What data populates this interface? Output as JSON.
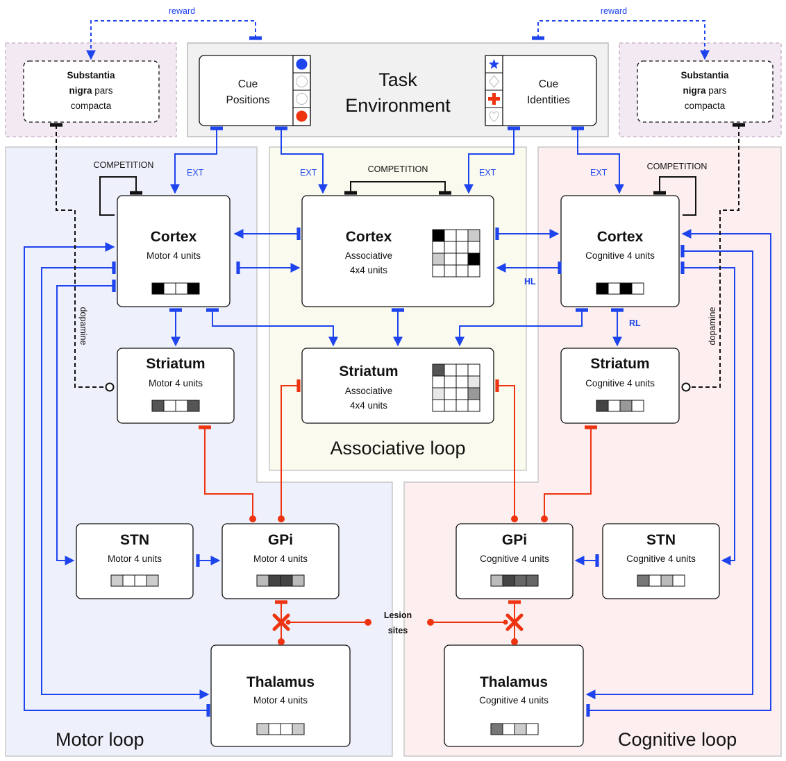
{
  "environment": {
    "title_line1": "Task",
    "title_line2": "Environment",
    "cue_positions_line1": "Cue",
    "cue_positions_line2": "Positions",
    "cue_identities_line1": "Cue",
    "cue_identities_line2": "Identities"
  },
  "snc": {
    "line1": "Substantia",
    "line2_bold": "nigra",
    "line2_rest": " pars",
    "line3": "compacta",
    "right_line1": "Substantia",
    "right_line2_bold": "nigra",
    "right_line2_rest": " pars",
    "right_line3": "compacta"
  },
  "labels": {
    "reward": "reward",
    "ext": "EXT",
    "competition": "COMPETITION",
    "dopamine": "dopamine",
    "hl": "HL",
    "rl": "RL",
    "lesion_line1": "Lesion",
    "lesion_line2": "sites"
  },
  "loops": {
    "motor": "Motor loop",
    "associative": "Associative loop",
    "cognitive": "Cognitive loop"
  },
  "boxes": {
    "cortex": "Cortex",
    "striatum": "Striatum",
    "stn": "STN",
    "gpi": "GPi",
    "thalamus": "Thalamus",
    "motor_units": "Motor 4 units",
    "cognitive_units": "Cognitive 4 units",
    "assoc_line1": "Associative",
    "assoc_line2": "4x4 units"
  },
  "colors": {
    "excitatory": "#1e44ee",
    "inhibitory": "#ee3311",
    "motor_bg": "#eef1fb",
    "assoc_bg": "#fafaee",
    "cog_bg": "#fdefef",
    "snc_bg": "#f3e9f3",
    "env_bg": "#f1f1f1"
  }
}
